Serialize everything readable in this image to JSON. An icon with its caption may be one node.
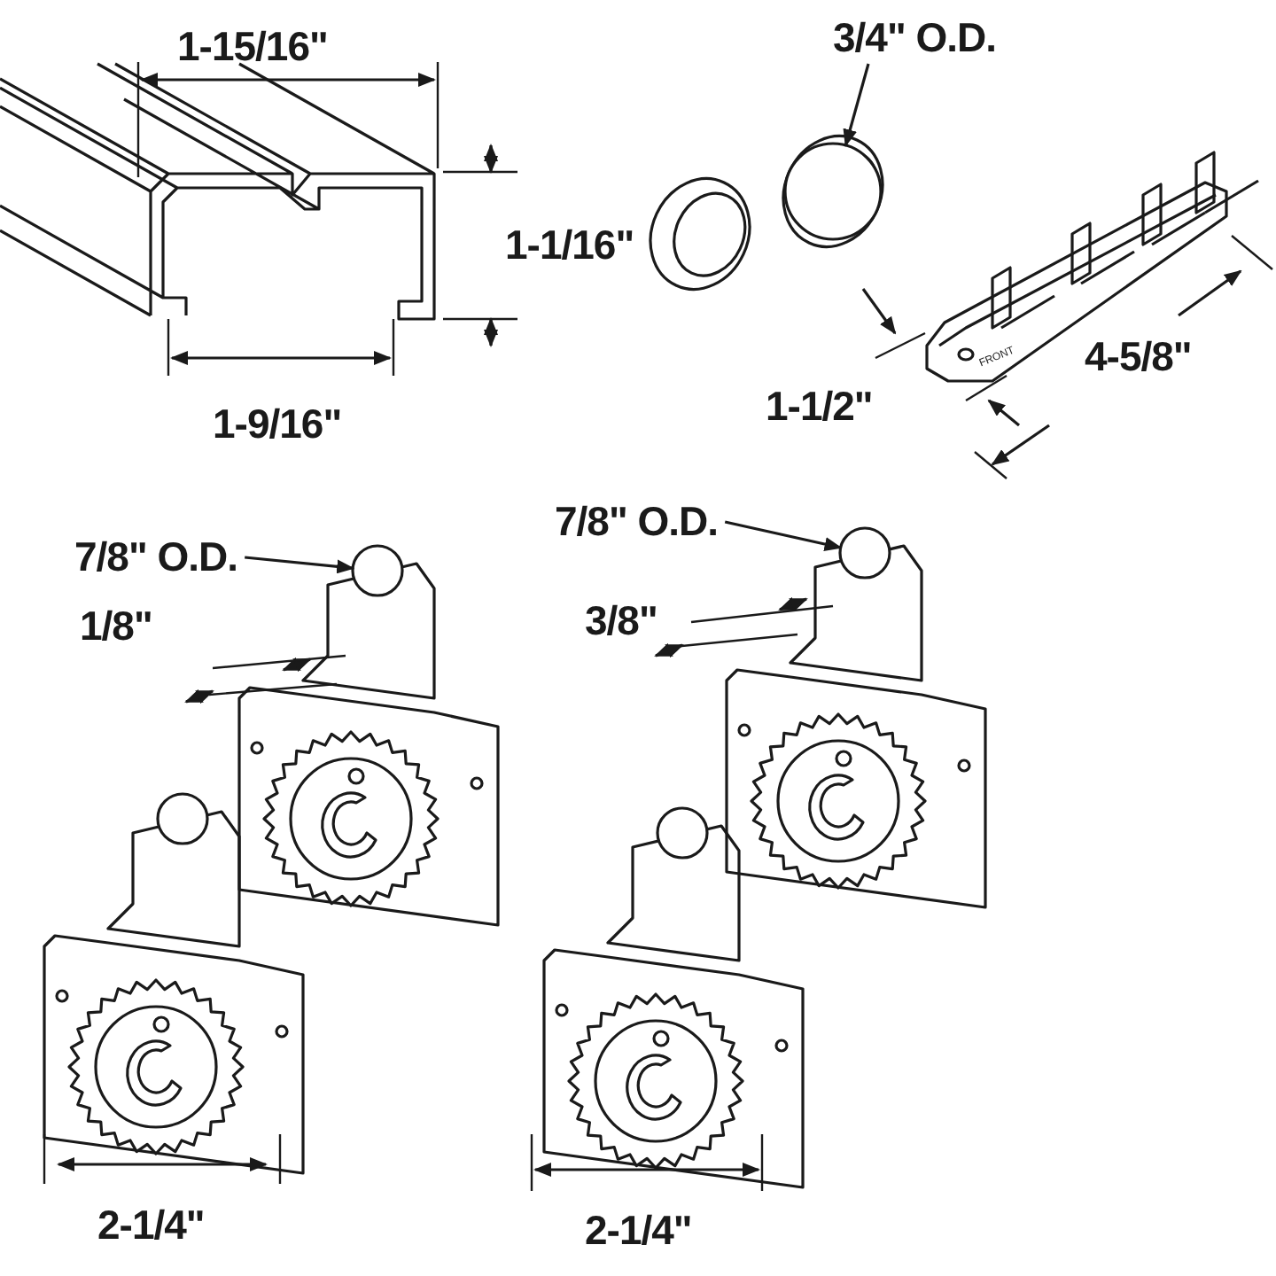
{
  "diagram": {
    "nodes": [
      {
        "text": [
          "3/4\" O.D."
        ]
      },
      {
        "text": [],
        "shape": "circle"
      },
      {
        "text": [
          "7/8\" O.D."
        ]
      },
      {
        "text": [],
        "shape": "circle"
      },
      {
        "text": [
          "7/8\" O.D."
        ]
      },
      {
        "text": [],
        "shape": "circle"
      },
      {
        "text": [],
        "shape": "circle"
      },
      {
        "text": [],
        "shape": "circle"
      }
    ],
    "edges": [
      {
        "from": 0,
        "to": 1,
        "arrow": "to"
      },
      {
        "from": 2,
        "to": 3,
        "arrow": "to"
      },
      {
        "from": 4,
        "to": 5,
        "arrow": "to"
      }
    ],
    "labels": [
      "1-15/16\"",
      "1-1/16\"",
      "1-9/16\"",
      "FRONT",
      "1-1/2\"",
      "4-5/8\"",
      "1/8\"",
      "3/8\"",
      "2-1/4\"",
      "2-1/4\""
    ]
  }
}
